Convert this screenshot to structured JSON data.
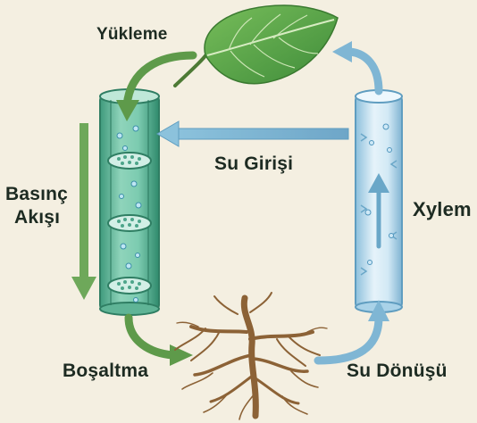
{
  "labels": {
    "loading": "Yükleme",
    "water_in": "Su Girişi",
    "pressure_line1": "Basınç",
    "pressure_line2": "Akışı",
    "xylem": "Xylem",
    "unloading": "Boşaltma",
    "water_return": "Su Dönüşü"
  },
  "colors": {
    "background": "#f4efe1",
    "phloem_green": "#3f9a6c",
    "arrow_green": "#5e9a4a",
    "xylem_blue": "#78afcf",
    "arrow_blue": "#7fb6d4",
    "leaf": "#5ea84a",
    "root": "#8c6236"
  },
  "icons": [
    "leaf-icon",
    "roots-icon",
    "sieve-plate-icon"
  ]
}
